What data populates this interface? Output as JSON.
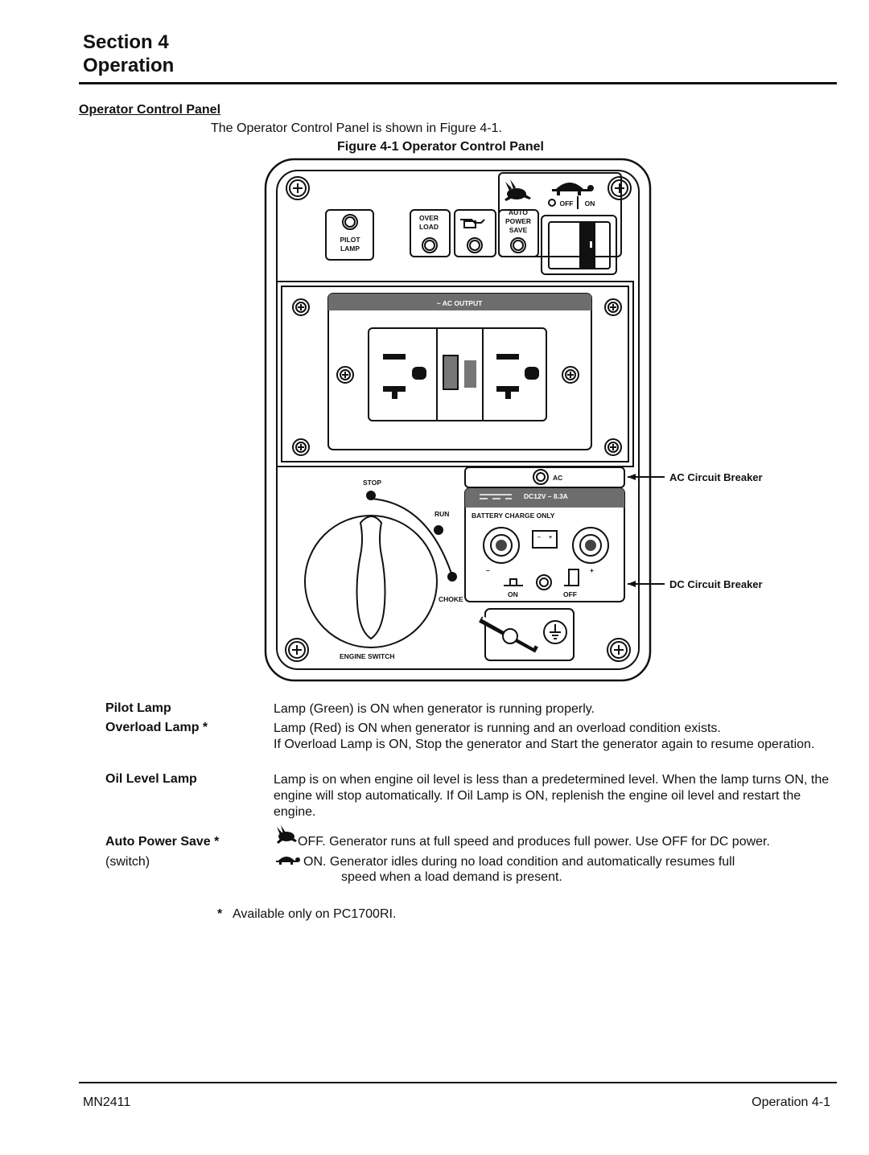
{
  "section": {
    "line1": "Section 4",
    "line2": "Operation"
  },
  "subheading": "Operator Control Panel",
  "intro": "The Operator Control Panel is shown in Figure 4-1.",
  "figure_caption": "Figure 4-1  Operator Control Panel",
  "panel": {
    "pilot_lamp": [
      "PILOT",
      "LAMP"
    ],
    "overload": [
      "OVER",
      "LOAD"
    ],
    "auto_power_save": [
      "AUTO",
      "POWER",
      "SAVE"
    ],
    "off_label": "OFF",
    "on_label": "ON",
    "ac_output": "~ AC OUTPUT",
    "stop": "STOP",
    "run": "RUN",
    "choke": "CHOKE",
    "engine_switch": "ENGINE SWITCH",
    "ac": "AC",
    "dc_rating": "DC12V – 8.3A",
    "battery_charge": "BATTERY CHARGE ONLY",
    "minus": "–",
    "plus": "+",
    "dc_on": "ON",
    "dc_off": "OFF",
    "callout_ac": "AC Circuit Breaker",
    "callout_dc": "DC Circuit Breaker"
  },
  "descriptions": {
    "pilot_lamp": {
      "term": "Pilot Lamp",
      "text": "Lamp (Green) is ON when generator is running properly."
    },
    "overload_lamp": {
      "term": "Overload Lamp  *",
      "text1": "Lamp  (Red) is ON when generator is running and an overload condition exists.",
      "text2": "If Overload Lamp is ON, Stop the generator and Start the generator again to resume operation."
    },
    "oil_level_lamp": {
      "term": "Oil Level Lamp",
      "text": "Lamp is on when engine oil level is less than a predetermined level. When the lamp turns ON, the engine will stop automatically.  If Oil Lamp is ON, replenish the engine oil level and restart the engine."
    },
    "auto_power_save": {
      "term": "Auto Power Save  *",
      "sub": "(switch)",
      "off_text": "OFF.  Generator runs at full speed and produces full power. Use OFF for DC power.",
      "on_text1": "ON.  Generator idles during no load condition and automatically resumes full",
      "on_text2": "speed when a load demand is present.",
      "off_icon": "rabbit-icon",
      "on_icon": "turtle-icon"
    }
  },
  "footnote": {
    "star": "*",
    "text": "Available only on PC1700RI."
  },
  "footer": {
    "left": "MN2411",
    "right": "Operation  4-1"
  }
}
